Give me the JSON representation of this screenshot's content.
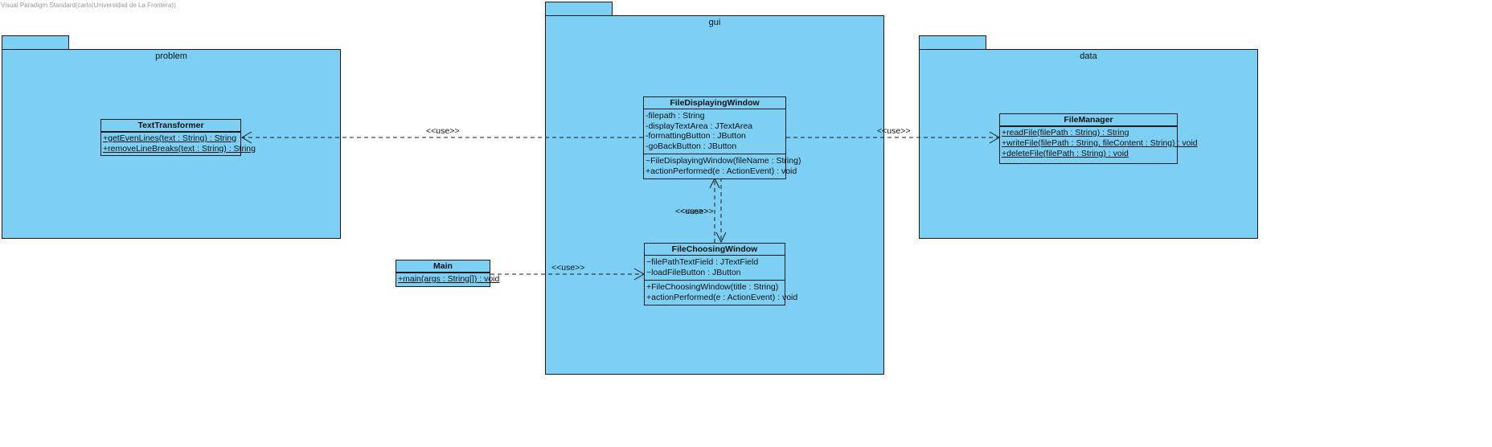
{
  "watermark": "Visual Paradigm Standard(carlo(Universidad de La Frontera))",
  "packages": {
    "problem": {
      "name": "problem"
    },
    "gui": {
      "name": "gui"
    },
    "data": {
      "name": "data"
    }
  },
  "classes": {
    "text_transformer": {
      "name": "TextTransformer",
      "attributes": [],
      "operations": [
        "+getEvenLines(text : String) : String",
        "+removeLineBreaks(text : String) : String"
      ]
    },
    "file_displaying_window": {
      "name": "FileDisplayingWindow",
      "attributes": [
        "-filepath : String",
        "-displayTextArea : JTextArea",
        "-formattingButton : JButton",
        "-goBackButton : JButton"
      ],
      "operations": [
        "~FileDisplayingWindow(fileName : String)",
        "+actionPerformed(e : ActionEvent) : void"
      ]
    },
    "file_choosing_window": {
      "name": "FileChoosingWindow",
      "attributes": [
        "~filePathTextField : JTextField",
        "~loadFileButton : JButton"
      ],
      "operations": [
        "+FileChoosingWindow(title : String)",
        "+actionPerformed(e : ActionEvent) : void"
      ]
    },
    "file_manager": {
      "name": "FileManager",
      "attributes": [],
      "operations": [
        "+readFile(filePath : String) : String",
        "+writeFile(filePath : String, fileContent : String) : void",
        "+deleteFile(filePath : String) : void"
      ]
    },
    "main": {
      "name": "Main",
      "attributes": [],
      "operations": [
        "+main(args : String[]) : void"
      ]
    }
  },
  "relations": {
    "display_to_transformer": "<<use>>",
    "display_to_manager": "<<use>>",
    "main_to_choosing": "<<use>>",
    "display_choosing_a": "<<use>>",
    "display_choosing_b": "<<use>>"
  },
  "colors": {
    "fill": "#7dcff4",
    "stroke": "#1b1b1b"
  }
}
